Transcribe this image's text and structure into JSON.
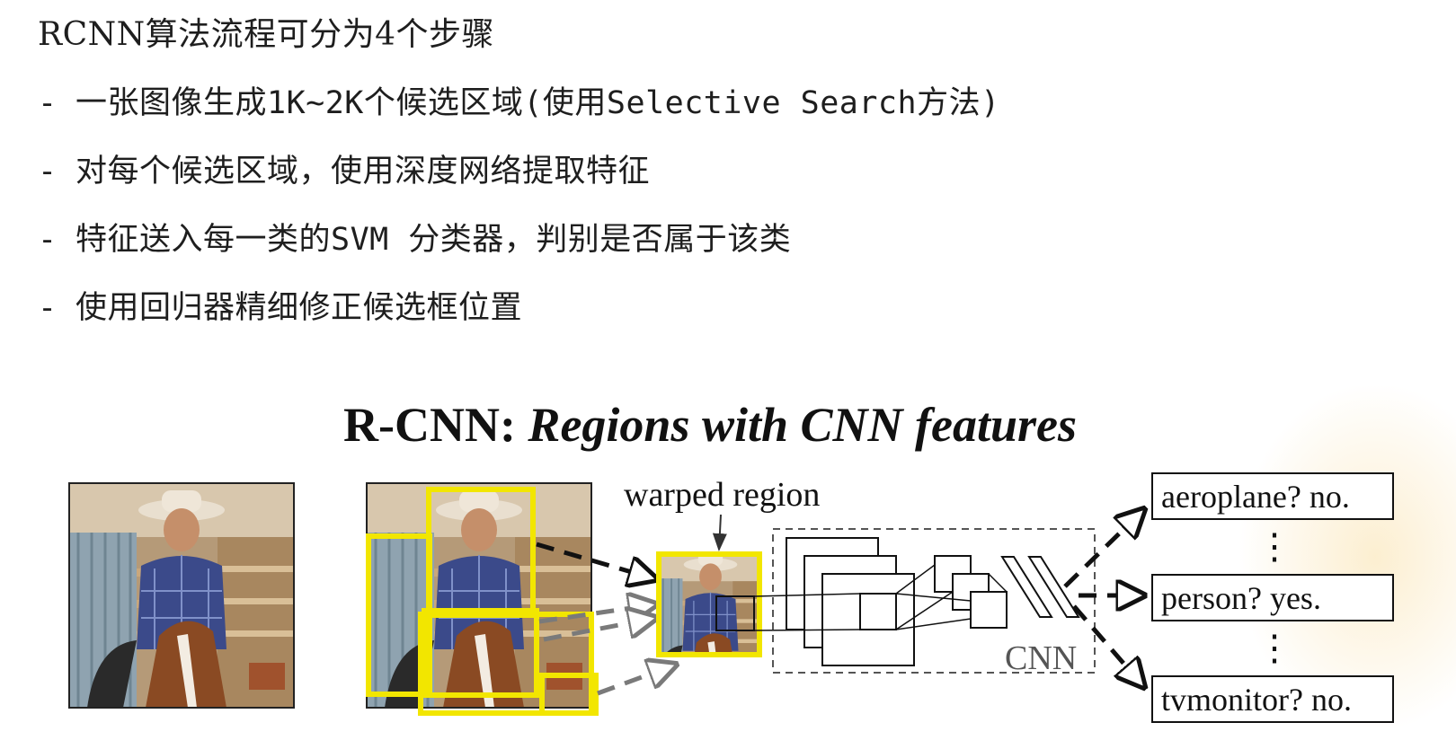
{
  "bullets": {
    "heading": "RCNN算法流程可分为4个步骤",
    "dash": "-",
    "items": [
      "一张图像生成1K~2K个候选区域(使用Selective Search方法)",
      "对每个候选区域，使用深度网络提取特征",
      "特征送入每一类的SVM 分类器，判别是否属于该类",
      "使用回归器精细修正候选框位置"
    ]
  },
  "figure": {
    "title_main": "R-CNN: ",
    "title_italic": "Regions with CNN features",
    "warped_label": "warped region",
    "cnn_label": "CNN",
    "outputs": [
      "aeroplane? no.",
      "person? yes.",
      "tvmonitor? no."
    ],
    "ellipsis": "⋮",
    "colors": {
      "region_box": "#f2e600",
      "arrow": "#111111",
      "arrow_faded": "#7a7a7a"
    }
  }
}
